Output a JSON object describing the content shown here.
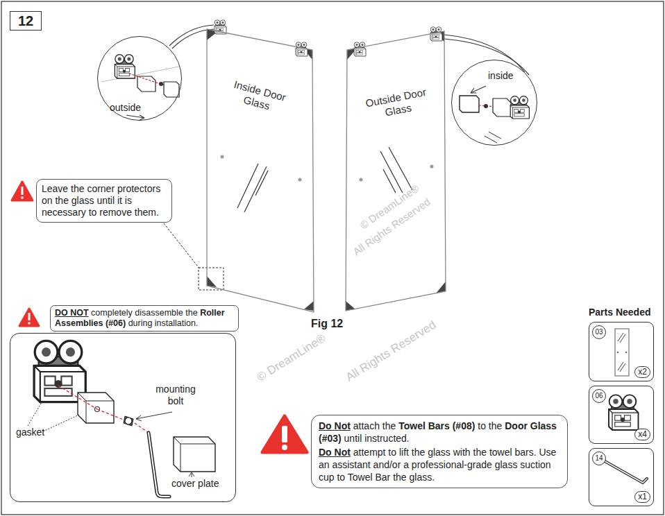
{
  "diagram": {
    "caption": "Fig 12",
    "nodes": [
      {
        "text": [
          "12"
        ]
      },
      {
        "text": [
          "outside"
        ]
      },
      {
        "text": [
          "Inside Door Glass"
        ]
      },
      {
        "text": [
          "Outside Door Glass"
        ]
      },
      {
        "text": [
          "inside"
        ]
      },
      {
        "text": [
          "Leave the corner protectors on the glass until it is necessary to remove them."
        ]
      },
      {
        "text": [
          "DO NOT",
          "completely disassemble the",
          "Roller Assemblies (#06)",
          "during installation."
        ]
      },
      {
        "text": [
          "mounting bolt",
          "gasket",
          "cover plate"
        ]
      },
      {
        "text": [
          "Do Not",
          "attach the",
          "Towel Bars (#08)",
          "to the",
          "Door Glass (#03)",
          "until instructed.",
          "Do Not",
          "attempt to lift the glass with the towel bars. Use an assistant and/or a professional-grade glass suction cup to Towel Bar the glass."
        ]
      },
      {
        "text": [
          "03",
          "x2"
        ]
      },
      {
        "text": [
          "06",
          "x4"
        ]
      },
      {
        "text": [
          "14",
          "x1"
        ]
      }
    ],
    "labels": [
      "Parts Needed",
      "© DreamLine®",
      "All Rights Reserved",
      "© DreamLine®",
      "All Rights Reserved"
    ]
  }
}
